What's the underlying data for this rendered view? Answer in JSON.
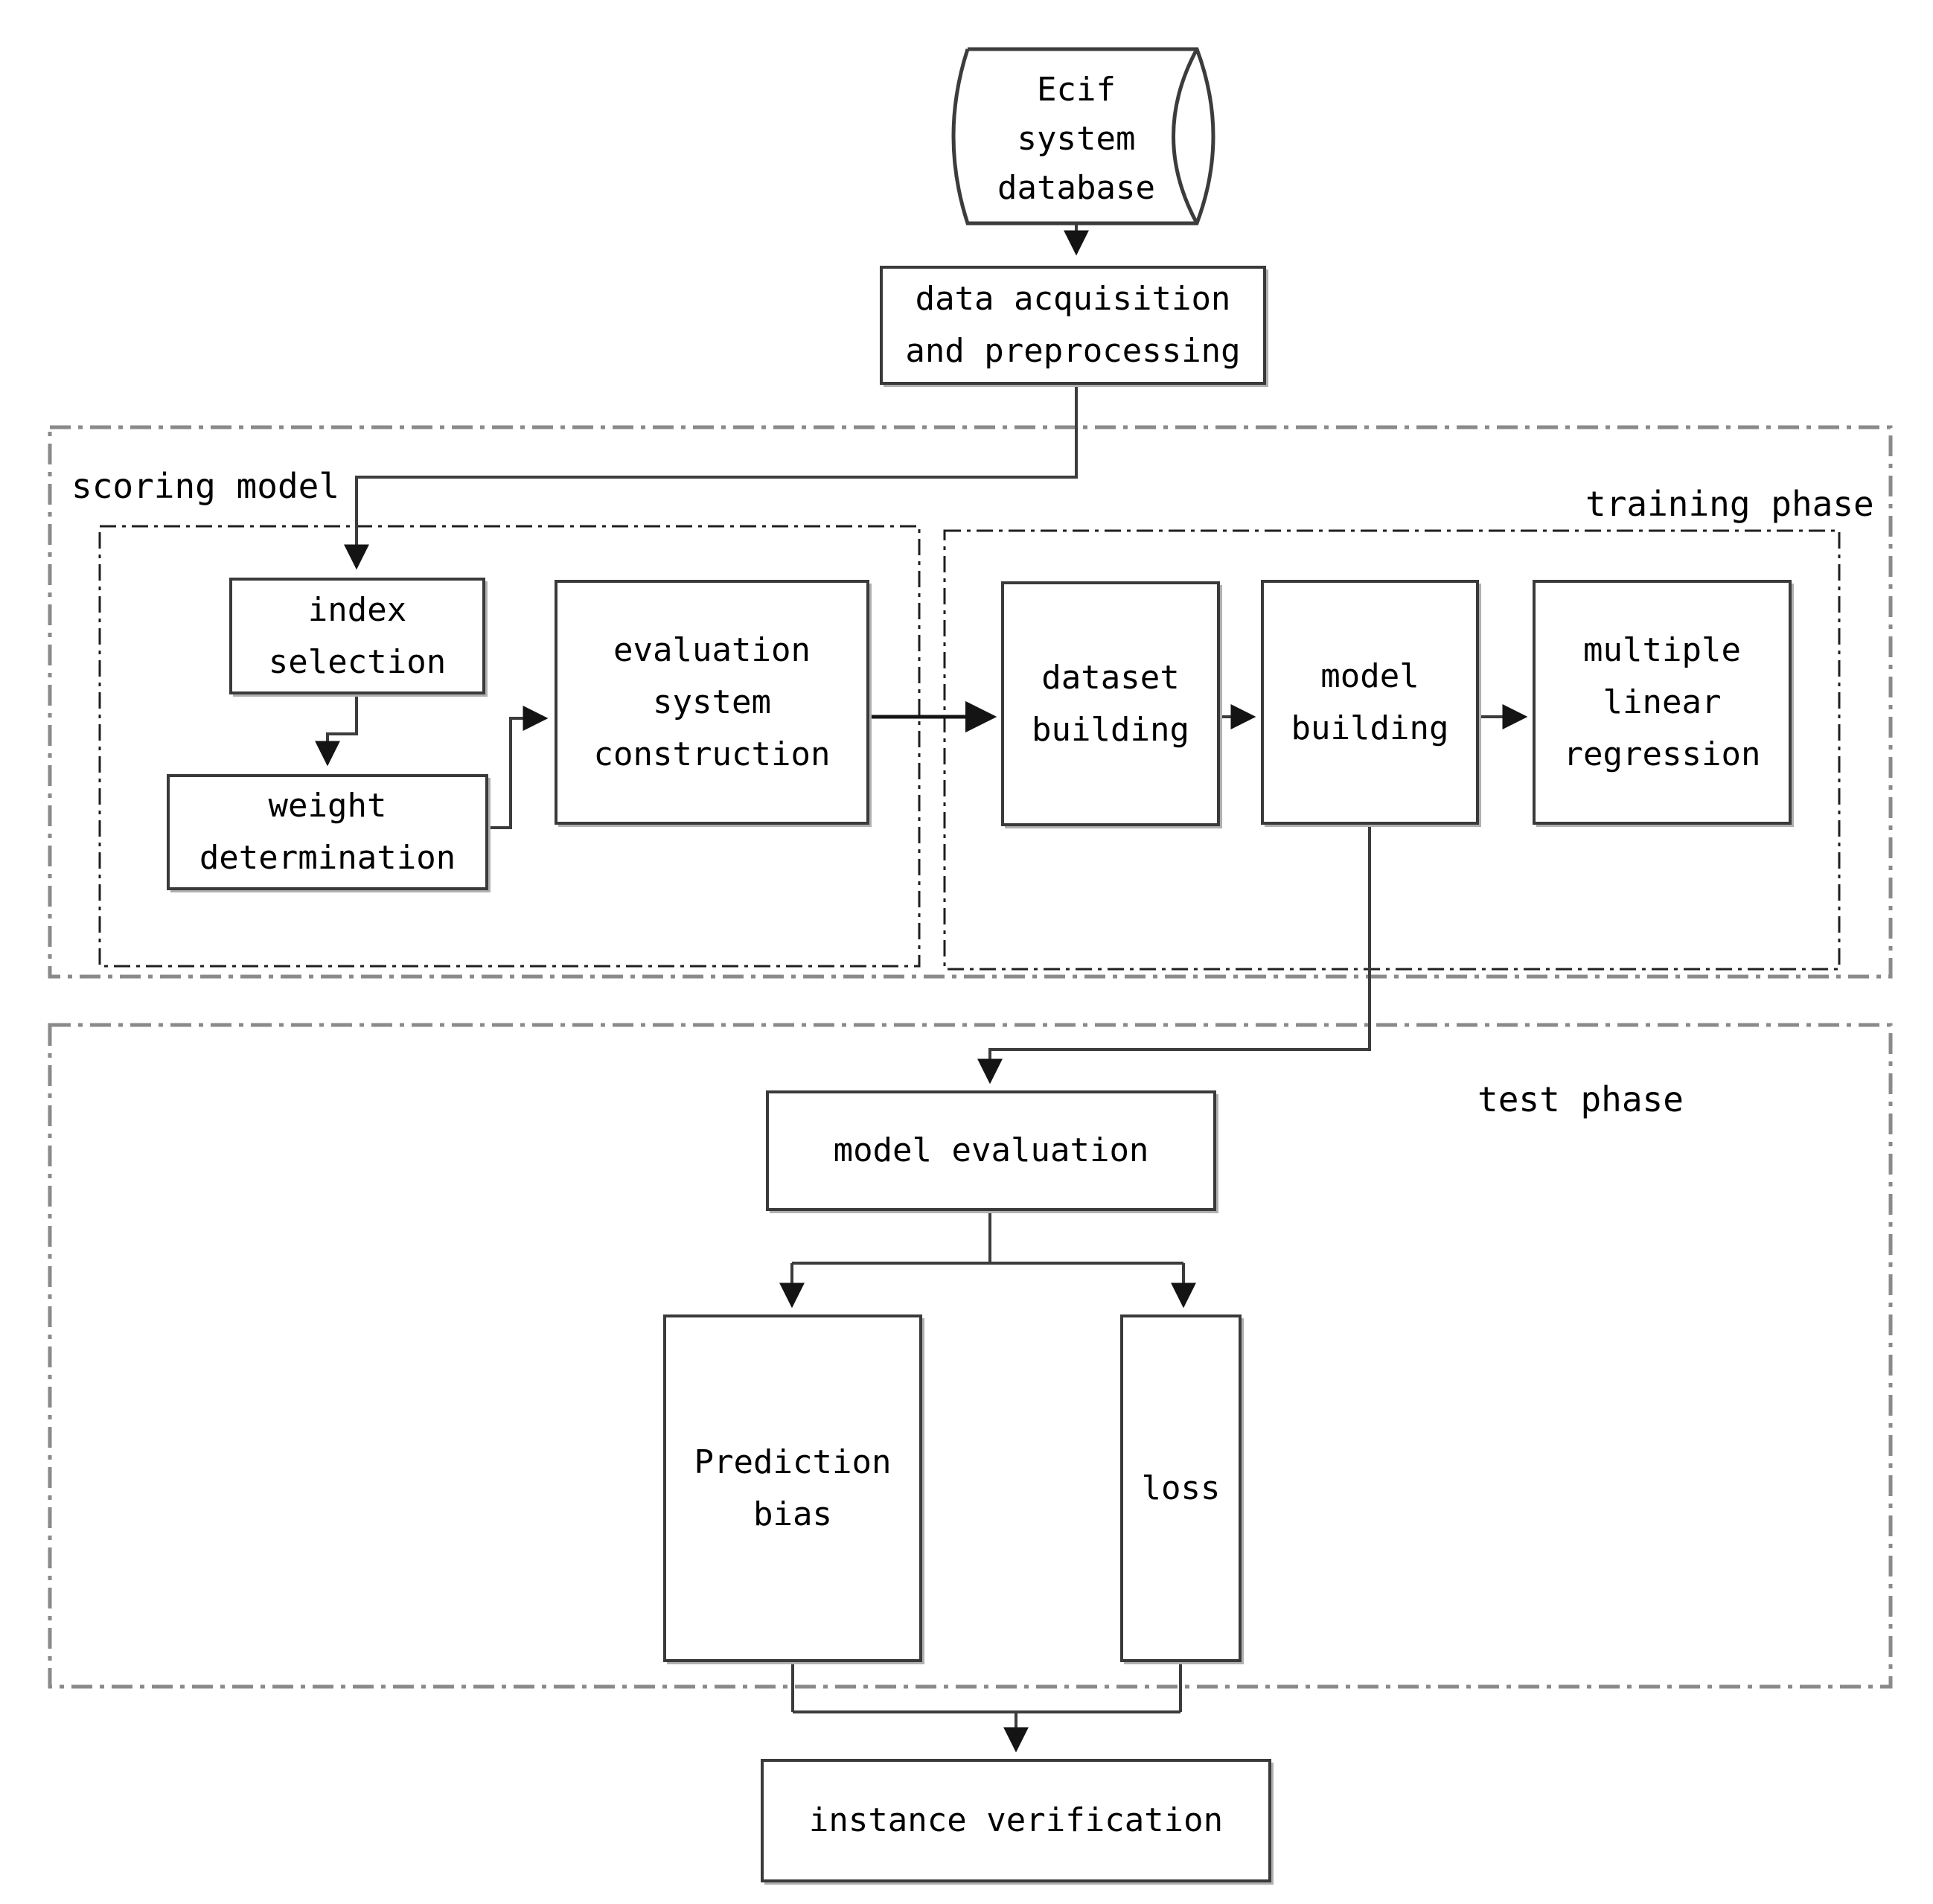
{
  "figure": {
    "type": "flowchart",
    "background": "#ffffff",
    "nodes": {
      "database": "Ecif system database",
      "data_acquisition": "data acquisition and preprocessing",
      "index_selection": "index selection",
      "weight_determination": "weight determination",
      "evaluation_system_construction": "evaluation system construction",
      "dataset_building": "dataset building",
      "model_building": "model building",
      "multiple_linear_regression": "multiple linear regression",
      "model_evaluation": "model evaluation",
      "prediction_bias": "Prediction bias",
      "loss": "loss",
      "instance_verification": "instance verification"
    },
    "regions": {
      "scoring_model": "scoring model",
      "training_phase": "training phase",
      "test_phase": "test phase"
    },
    "edges": [
      {
        "from": "database",
        "to": "data_acquisition"
      },
      {
        "from": "data_acquisition",
        "to": "index_selection"
      },
      {
        "from": "index_selection",
        "to": "weight_determination"
      },
      {
        "from": "weight_determination",
        "to": "evaluation_system_construction"
      },
      {
        "from": "evaluation_system_construction",
        "to": "dataset_building"
      },
      {
        "from": "dataset_building",
        "to": "model_building"
      },
      {
        "from": "model_building",
        "to": "multiple_linear_regression"
      },
      {
        "from": "model_building",
        "to": "model_evaluation"
      },
      {
        "from": "model_evaluation",
        "to": "prediction_bias"
      },
      {
        "from": "model_evaluation",
        "to": "loss"
      },
      {
        "from": "prediction_bias",
        "to": "instance_verification"
      },
      {
        "from": "loss",
        "to": "instance_verification"
      }
    ],
    "colors": {
      "line": "#3c3c3c",
      "arrow": "#141414",
      "box_border": "#3a3a3a",
      "outer_dash": "#8a8a8a",
      "inner_dash": "#1f1f1f",
      "text": "#000000"
    }
  }
}
